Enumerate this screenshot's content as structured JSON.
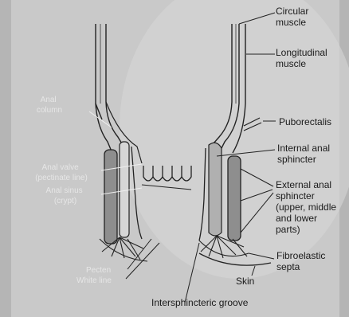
{
  "labels": {
    "circular_muscle": [
      "Circular",
      "muscle"
    ],
    "longitudinal_muscle": [
      "Longitudinal",
      "muscle"
    ],
    "puborectalis": "Puborectalis",
    "internal_anal_sphincter": [
      "Internal anal",
      "sphincter"
    ],
    "external_anal_sphincter": [
      "External anal",
      "sphincter",
      "(upper, middle",
      "and lower",
      "parts)"
    ],
    "fibroelastic_septa": [
      "Fibroelastic",
      "septa"
    ],
    "skin": "Skin",
    "intersphincteric_groove": "Intersphincteric groove",
    "anal_column": [
      "Anal",
      "column"
    ],
    "anal_valve": [
      "Anal valve",
      "(pectinate line)"
    ],
    "anal_sinus": [
      "Anal sinus",
      "(crypt)"
    ],
    "pecten": "Pecten",
    "white_line": "White line"
  },
  "colors": {
    "background": "#b9b9b9",
    "paper": "#ececec",
    "tissue": "#8a8a8a",
    "outline": "#222222"
  }
}
